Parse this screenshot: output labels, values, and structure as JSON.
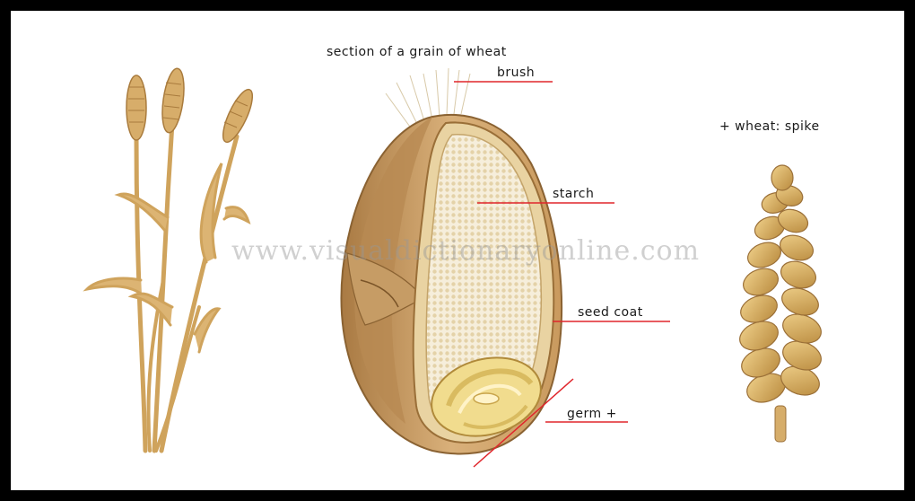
{
  "title": "section of a grain of wheat",
  "labels": {
    "brush": "brush",
    "starch": "starch",
    "seed_coat": "seed coat",
    "germ": "germ +",
    "spike": "+ wheat: spike"
  },
  "watermark": "www.visualdictionaryonline.com",
  "colors": {
    "leader_line": "#e0262c",
    "grain_husk": "#c89a5c",
    "starch": "#f2e8d2",
    "germ": "#f1dc8e",
    "stalk": "#d4a862"
  }
}
